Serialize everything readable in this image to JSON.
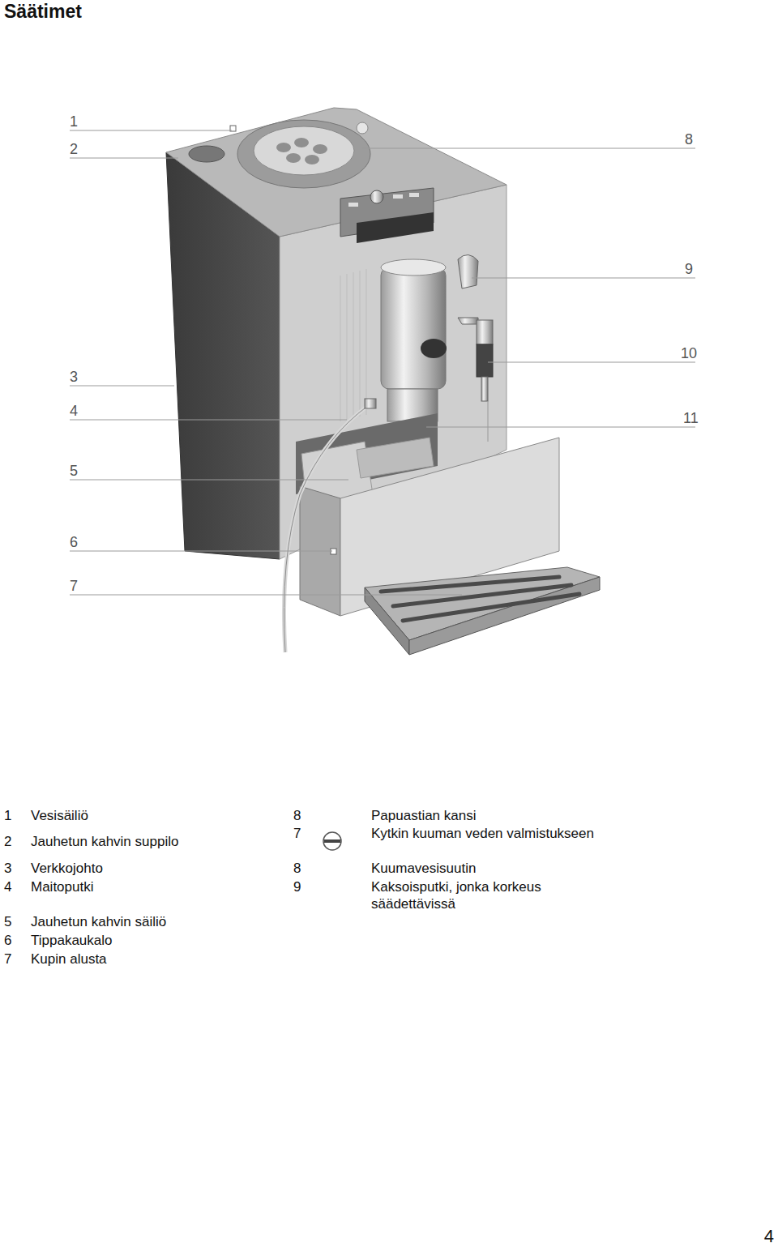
{
  "diagram": {
    "title": "Säätimet",
    "labels": [
      "1",
      "2",
      "3",
      "4",
      "5",
      "6",
      "7",
      "8",
      "9",
      "10",
      "11",
      "1",
      "Vesisäiliö",
      "2",
      "Jauhetun kahvin suppilo",
      "3",
      "Verkkojohto",
      "4",
      "Maitoputki",
      "5",
      "Jauhetun kahvin säiliö",
      "6",
      "Tippakaukalo",
      "7",
      "Kupin alusta",
      "8",
      "Papuastian kansi",
      "7",
      "Kytkin kuuman veden valmistukseen",
      "8",
      "Kuumavesisuutin",
      "9",
      "Kaksoisputki, jonka korkeus säädettävissä",
      "4"
    ]
  }
}
